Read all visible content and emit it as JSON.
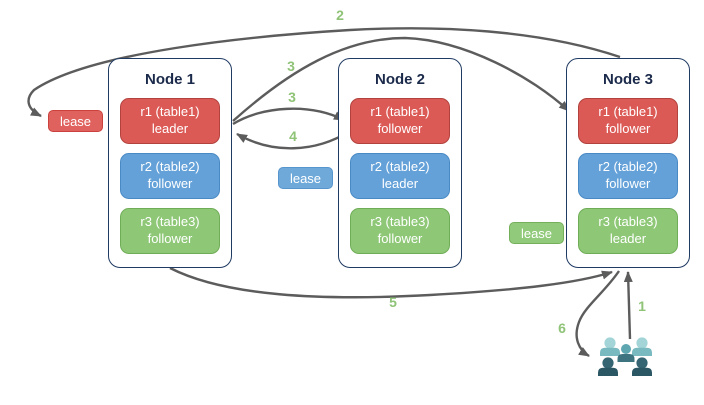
{
  "diagram": {
    "nodes": [
      {
        "title": "Node 1",
        "replicas": [
          {
            "label": "r1 (table1)",
            "role": "leader",
            "color": "red"
          },
          {
            "label": "r2 (table2)",
            "role": "follower",
            "color": "blue"
          },
          {
            "label": "r3 (table3)",
            "role": "follower",
            "color": "green"
          }
        ]
      },
      {
        "title": "Node 2",
        "replicas": [
          {
            "label": "r1 (table1)",
            "role": "follower",
            "color": "red"
          },
          {
            "label": "r2 (table2)",
            "role": "leader",
            "color": "blue"
          },
          {
            "label": "r3 (table3)",
            "role": "follower",
            "color": "green"
          }
        ]
      },
      {
        "title": "Node 3",
        "replicas": [
          {
            "label": "r1 (table1)",
            "role": "follower",
            "color": "red"
          },
          {
            "label": "r2 (table2)",
            "role": "follower",
            "color": "blue"
          },
          {
            "label": "r3 (table3)",
            "role": "leader",
            "color": "green"
          }
        ]
      }
    ],
    "leases": [
      {
        "label": "lease",
        "variant": "red"
      },
      {
        "label": "lease",
        "variant": "blue"
      },
      {
        "label": "lease",
        "variant": "green"
      }
    ],
    "steps": [
      {
        "id": "step-2",
        "text": "2"
      },
      {
        "id": "step-3-upper",
        "text": "3"
      },
      {
        "id": "step-3-lower",
        "text": "3"
      },
      {
        "id": "step-4",
        "text": "4"
      },
      {
        "id": "step-5",
        "text": "5"
      },
      {
        "id": "step-6",
        "text": "6"
      },
      {
        "id": "step-1",
        "text": "1"
      }
    ],
    "client_icon": "users-group-icon"
  },
  "colors": {
    "replica_red_fill": "#dc5a56",
    "replica_red_border": "#b2423e",
    "replica_blue_fill": "#64a1d8",
    "replica_blue_border": "#4a8ac4",
    "replica_green_fill": "#8ec877",
    "replica_green_border": "#70ad57",
    "node_border": "#1f3a63",
    "node_title_text": "#1b2a4a",
    "arrow": "#5c5c5c",
    "step_label": "#8fc377",
    "people_light_head": "#a3d4d8",
    "people_light_body": "#79b9c0",
    "people_mid_head": "#5ea6b0",
    "people_mid_body": "#3e7380",
    "people_dark_head": "#356572",
    "people_dark_body": "#2b5765"
  }
}
